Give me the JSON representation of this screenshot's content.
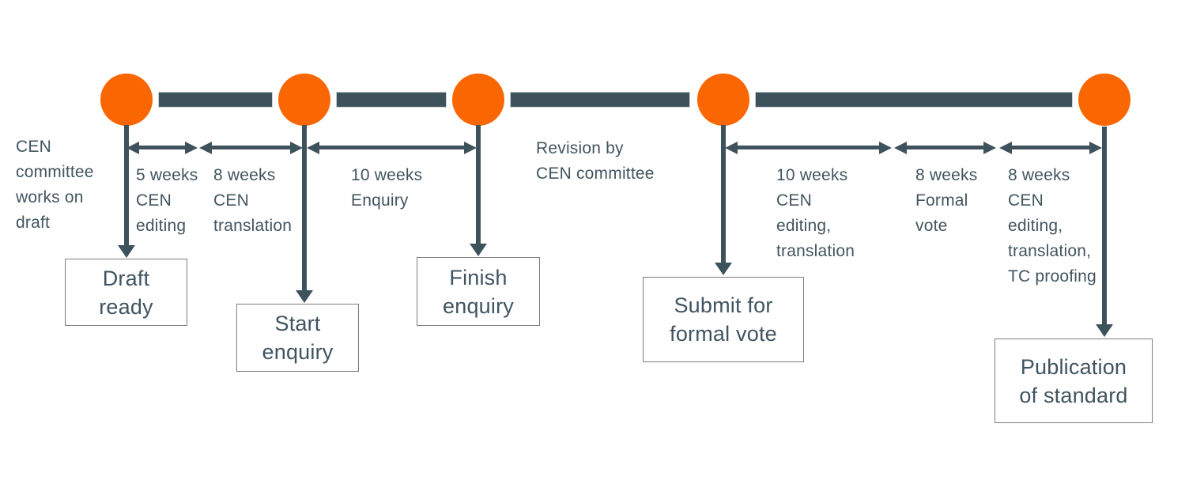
{
  "diagram": {
    "type": "timeline-process-diagram",
    "colors": {
      "milestone_orange": "#fa6602",
      "slate": "#3e525c",
      "text_slate": "#42555f",
      "box_border": "#7d7d7d",
      "background": "#ffffff"
    },
    "left_note": "CEN\ncommittee\nworks on\ndraft",
    "revision_note": "Revision by\nCEN committee",
    "durations": [
      {
        "label": "5 weeks\nCEN\nediting"
      },
      {
        "label": "8 weeks\nCEN\ntranslation"
      },
      {
        "label": "10 weeks\nEnquiry"
      },
      {
        "label": "10 weeks\nCEN\nediting,\ntranslation"
      },
      {
        "label": "8 weeks\nFormal\nvote"
      },
      {
        "label": "8 weeks\nCEN\nediting,\ntranslation,\nTC proofing"
      }
    ],
    "milestone_boxes": [
      {
        "label": "Draft\nready"
      },
      {
        "label": "Start\nenquiry"
      },
      {
        "label": "Finish\nenquiry"
      },
      {
        "label": "Submit for\nformal vote"
      },
      {
        "label": "Publication\nof standard"
      }
    ]
  }
}
